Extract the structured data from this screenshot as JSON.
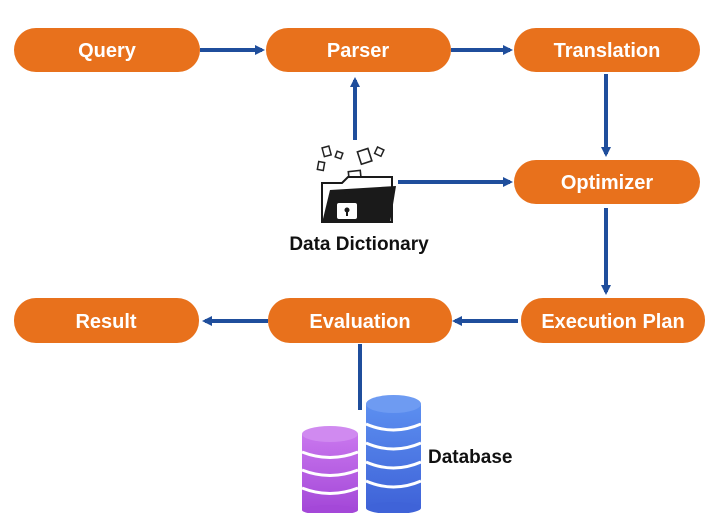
{
  "colors": {
    "node_fill": "#E8711C",
    "node_text": "#FFFFFF",
    "arrow": "#1F4E9C",
    "caption_text": "#111111",
    "db_purple": "#B35CE6",
    "db_blue": "#4F7DE8"
  },
  "nodes": {
    "query": "Query",
    "parser": "Parser",
    "translation": "Translation",
    "optimizer": "Optimizer",
    "execution_plan": "Execution Plan",
    "evaluation": "Evaluation",
    "result": "Result"
  },
  "captions": {
    "data_dictionary": "Data Dictionary",
    "database": "Database"
  },
  "icons": {
    "data_dictionary": "folder-lock-icon",
    "database": "database-stack-icon"
  }
}
